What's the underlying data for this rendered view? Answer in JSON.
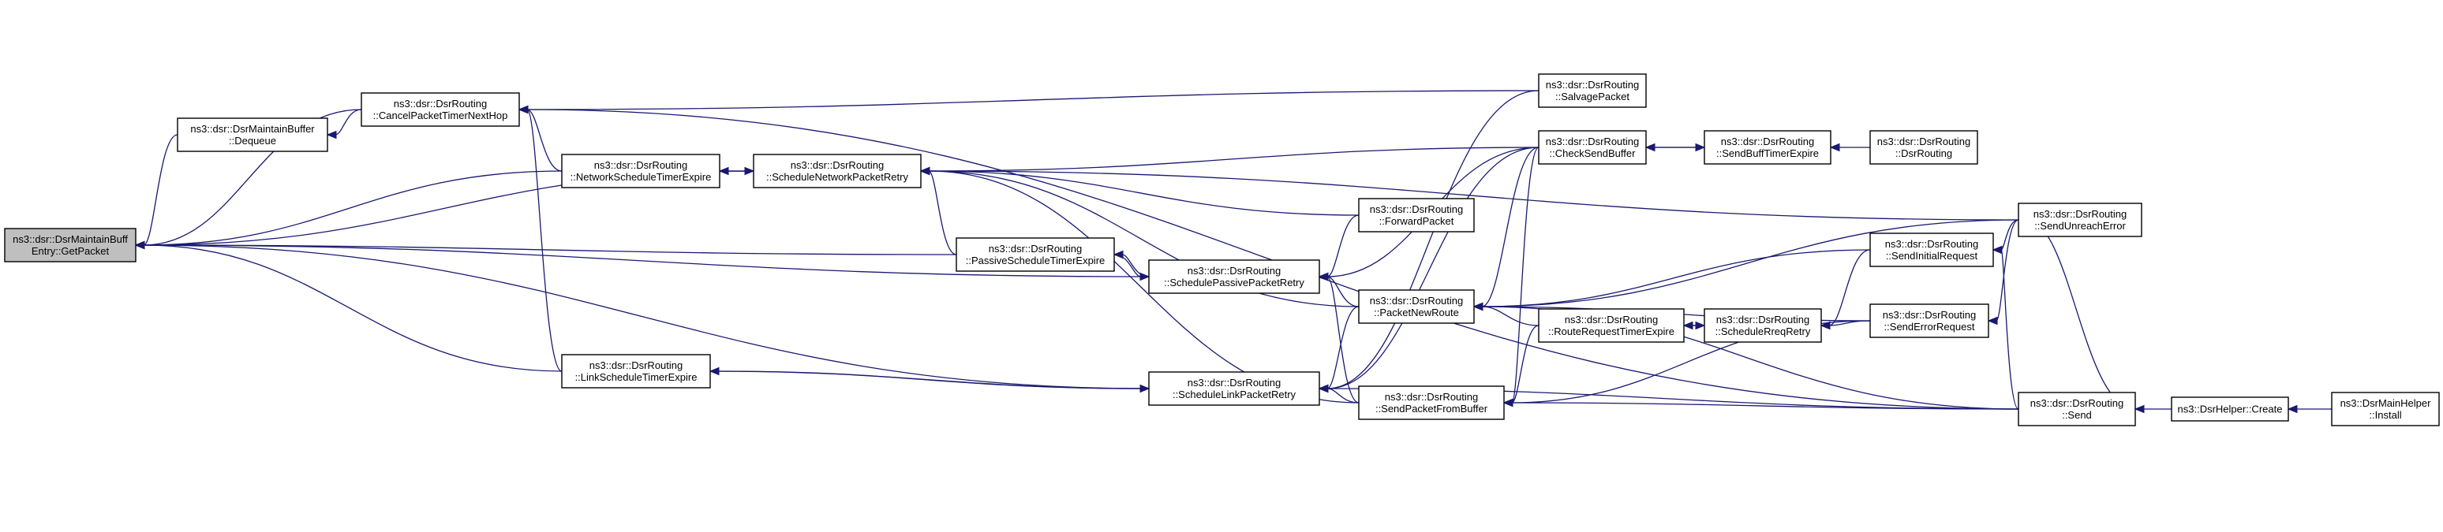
{
  "diagram": {
    "nodes": [
      {
        "id": "getpacket",
        "lines": [
          "ns3::dsr::DsrMaintainBuff",
          "Entry::GetPacket"
        ],
        "root": true
      },
      {
        "id": "dequeue",
        "lines": [
          "ns3::dsr::DsrMaintainBuffer",
          "::Dequeue"
        ]
      },
      {
        "id": "cancelptnh",
        "lines": [
          "ns3::dsr::DsrRouting",
          "::CancelPacketTimerNextHop"
        ]
      },
      {
        "id": "netsched",
        "lines": [
          "ns3::dsr::DsrRouting",
          "::NetworkScheduleTimerExpire"
        ]
      },
      {
        "id": "linksched",
        "lines": [
          "ns3::dsr::DsrRouting",
          "::LinkScheduleTimerExpire"
        ]
      },
      {
        "id": "schednet",
        "lines": [
          "ns3::dsr::DsrRouting",
          "::ScheduleNetworkPacketRetry"
        ]
      },
      {
        "id": "passsched",
        "lines": [
          "ns3::dsr::DsrRouting",
          "::PassiveScheduleTimerExpire"
        ]
      },
      {
        "id": "schedpass",
        "lines": [
          "ns3::dsr::DsrRouting",
          "::SchedulePassivePacketRetry"
        ]
      },
      {
        "id": "schedlink",
        "lines": [
          "ns3::dsr::DsrRouting",
          "::ScheduleLinkPacketRetry"
        ]
      },
      {
        "id": "forward",
        "lines": [
          "ns3::dsr::DsrRouting",
          "::ForwardPacket"
        ]
      },
      {
        "id": "pnr",
        "lines": [
          "ns3::dsr::DsrRouting",
          "::PacketNewRoute"
        ]
      },
      {
        "id": "spfb",
        "lines": [
          "ns3::dsr::DsrRouting",
          "::SendPacketFromBuffer"
        ]
      },
      {
        "id": "salvage",
        "lines": [
          "ns3::dsr::DsrRouting",
          "::SalvagePacket"
        ]
      },
      {
        "id": "checksend",
        "lines": [
          "ns3::dsr::DsrRouting",
          "::CheckSendBuffer"
        ]
      },
      {
        "id": "rrte",
        "lines": [
          "ns3::dsr::DsrRouting",
          "::RouteRequestTimerExpire"
        ]
      },
      {
        "id": "sendbuff",
        "lines": [
          "ns3::dsr::DsrRouting",
          "::SendBuffTimerExpire"
        ]
      },
      {
        "id": "dsrrouting",
        "lines": [
          "ns3::dsr::DsrRouting",
          "::DsrRouting"
        ]
      },
      {
        "id": "schedreq",
        "lines": [
          "ns3::dsr::DsrRouting",
          "::ScheduleRreqRetry"
        ]
      },
      {
        "id": "sendinit",
        "lines": [
          "ns3::dsr::DsrRouting",
          "::SendInitialRequest"
        ]
      },
      {
        "id": "senderr",
        "lines": [
          "ns3::dsr::DsrRouting",
          "::SendErrorRequest"
        ]
      },
      {
        "id": "sendunreach",
        "lines": [
          "ns3::dsr::DsrRouting",
          "::SendUnreachError"
        ]
      },
      {
        "id": "send",
        "lines": [
          "ns3::dsr::DsrRouting",
          "::Send"
        ]
      },
      {
        "id": "helpercreate",
        "lines": [
          "ns3::DsrHelper::Create"
        ]
      },
      {
        "id": "mainhelper",
        "lines": [
          "ns3::DsrMainHelper",
          "::Install"
        ]
      }
    ],
    "edges": [
      {
        "from": "dequeue",
        "to": "getpacket"
      },
      {
        "from": "cancelptnh",
        "to": "getpacket"
      },
      {
        "from": "netsched",
        "to": "getpacket"
      },
      {
        "from": "schednet",
        "to": "getpacket"
      },
      {
        "from": "passsched",
        "to": "getpacket"
      },
      {
        "from": "schedpass",
        "to": "getpacket"
      },
      {
        "from": "linksched",
        "to": "getpacket"
      },
      {
        "from": "schedlink",
        "to": "getpacket"
      },
      {
        "from": "cancelptnh",
        "to": "dequeue"
      },
      {
        "from": "netsched",
        "to": "cancelptnh"
      },
      {
        "from": "linksched",
        "to": "cancelptnh"
      },
      {
        "from": "salvage",
        "to": "cancelptnh"
      },
      {
        "from": "send",
        "to": "cancelptnh"
      },
      {
        "from": "schednet",
        "to": "netsched"
      },
      {
        "from": "netsched",
        "to": "schednet"
      },
      {
        "from": "schedlink",
        "to": "linksched"
      },
      {
        "from": "linksched",
        "to": "schedlink"
      },
      {
        "from": "schedpass",
        "to": "passsched"
      },
      {
        "from": "passsched",
        "to": "schedpass"
      },
      {
        "from": "passsched",
        "to": "schednet"
      },
      {
        "from": "checksend",
        "to": "schednet"
      },
      {
        "from": "forward",
        "to": "schednet"
      },
      {
        "from": "pnr",
        "to": "schednet"
      },
      {
        "from": "spfb",
        "to": "schednet"
      },
      {
        "from": "sendunreach",
        "to": "schednet"
      },
      {
        "from": "checksend",
        "to": "schedpass"
      },
      {
        "from": "forward",
        "to": "schedpass"
      },
      {
        "from": "pnr",
        "to": "schedpass"
      },
      {
        "from": "spfb",
        "to": "schedpass"
      },
      {
        "from": "pnr",
        "to": "schedlink"
      },
      {
        "from": "spfb",
        "to": "schedlink"
      },
      {
        "from": "salvage",
        "to": "schedlink"
      },
      {
        "from": "checksend",
        "to": "schedlink"
      },
      {
        "from": "send",
        "to": "schedlink"
      },
      {
        "from": "checksend",
        "to": "pnr"
      },
      {
        "from": "sendinit",
        "to": "pnr"
      },
      {
        "from": "senderr",
        "to": "pnr"
      },
      {
        "from": "rrte",
        "to": "pnr"
      },
      {
        "from": "sendunreach",
        "to": "pnr"
      },
      {
        "from": "checksend",
        "to": "spfb"
      },
      {
        "from": "rrte",
        "to": "spfb"
      },
      {
        "from": "senderr",
        "to": "spfb"
      },
      {
        "from": "send",
        "to": "spfb"
      },
      {
        "from": "sendbuff",
        "to": "checksend"
      },
      {
        "from": "checksend",
        "to": "sendbuff"
      },
      {
        "from": "dsrrouting",
        "to": "sendbuff"
      },
      {
        "from": "schedreq",
        "to": "rrte"
      },
      {
        "from": "rrte",
        "to": "schedreq"
      },
      {
        "from": "sendinit",
        "to": "schedreq"
      },
      {
        "from": "senderr",
        "to": "schedreq"
      },
      {
        "from": "sendunreach",
        "to": "sendinit"
      },
      {
        "from": "send",
        "to": "sendinit"
      },
      {
        "from": "send",
        "to": "sendunreach"
      },
      {
        "from": "sendunreach",
        "to": "senderr"
      },
      {
        "from": "helpercreate",
        "to": "send"
      },
      {
        "from": "mainhelper",
        "to": "helpercreate"
      },
      {
        "from": "send",
        "to": "pnr"
      }
    ]
  }
}
